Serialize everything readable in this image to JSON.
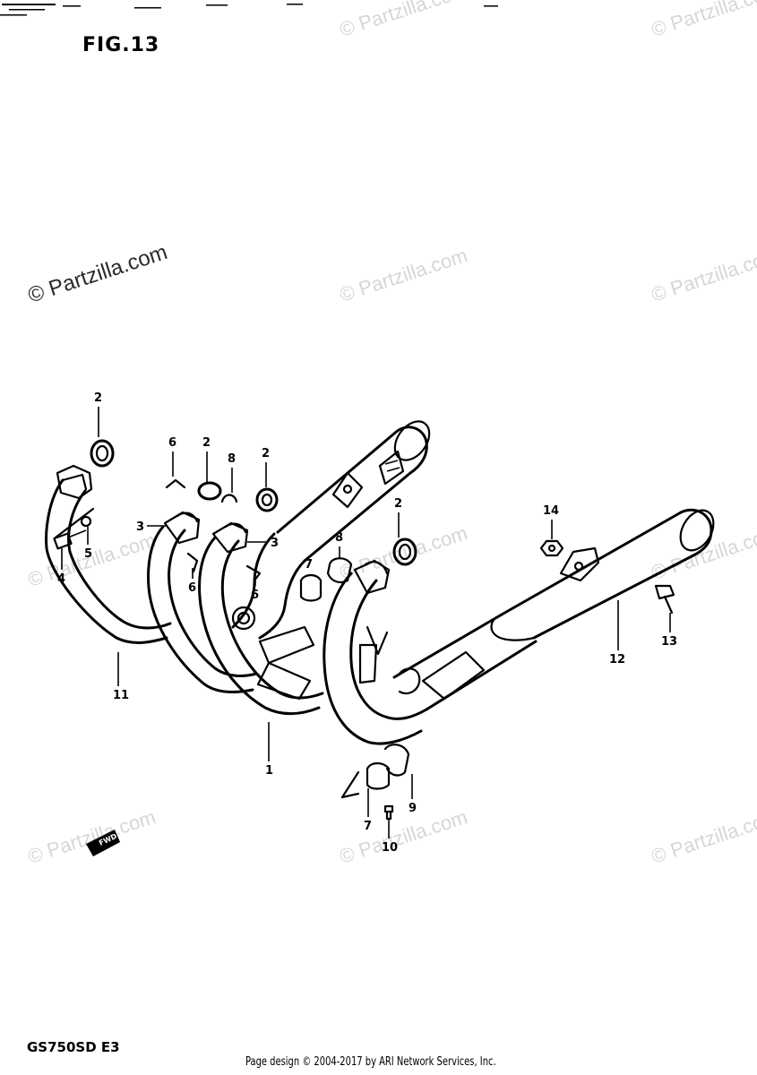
{
  "figure": {
    "title": "FIG.13",
    "model_code": "GS750SD E3",
    "footer": "Page design © 2004-2017 by ARI Network Services, Inc.",
    "watermark_text": "© Partzilla.com",
    "direction_arrow_label": "FWD"
  },
  "callouts": [
    {
      "id": "c2a",
      "label": "2"
    },
    {
      "id": "c6a",
      "label": "6"
    },
    {
      "id": "c2b",
      "label": "2"
    },
    {
      "id": "c8a",
      "label": "8"
    },
    {
      "id": "c2c",
      "label": "2"
    },
    {
      "id": "c2d",
      "label": "2"
    },
    {
      "id": "c14",
      "label": "14"
    },
    {
      "id": "c5",
      "label": "5"
    },
    {
      "id": "c4",
      "label": "4"
    },
    {
      "id": "c3a",
      "label": "3"
    },
    {
      "id": "c3b",
      "label": "3"
    },
    {
      "id": "c6b",
      "label": "6"
    },
    {
      "id": "c6c",
      "label": "6"
    },
    {
      "id": "c7a",
      "label": "7"
    },
    {
      "id": "c8b",
      "label": "8"
    },
    {
      "id": "c13",
      "label": "13"
    },
    {
      "id": "c12",
      "label": "12"
    },
    {
      "id": "c11",
      "label": "11"
    },
    {
      "id": "c1",
      "label": "1"
    },
    {
      "id": "c7b",
      "label": "7"
    },
    {
      "id": "c9",
      "label": "9"
    },
    {
      "id": "c10",
      "label": "10"
    }
  ]
}
